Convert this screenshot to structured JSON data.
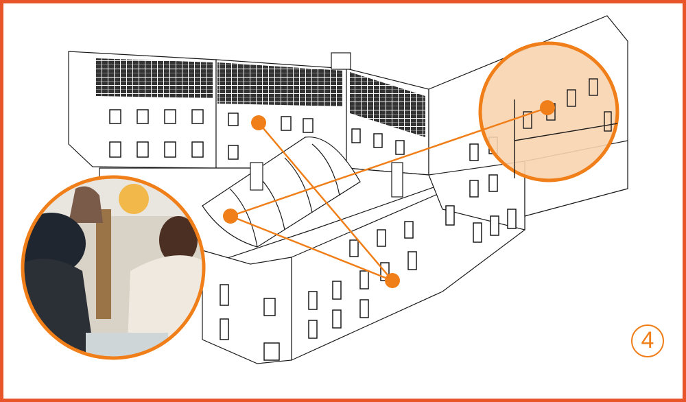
{
  "step_number": "4",
  "colors": {
    "frame": "#e8552a",
    "accent": "#f07f1a",
    "highlight": "#f8d4b0",
    "line": "#1a1a1a"
  },
  "icons": [
    "photo-inset",
    "highlight-circle",
    "marker-dot"
  ]
}
